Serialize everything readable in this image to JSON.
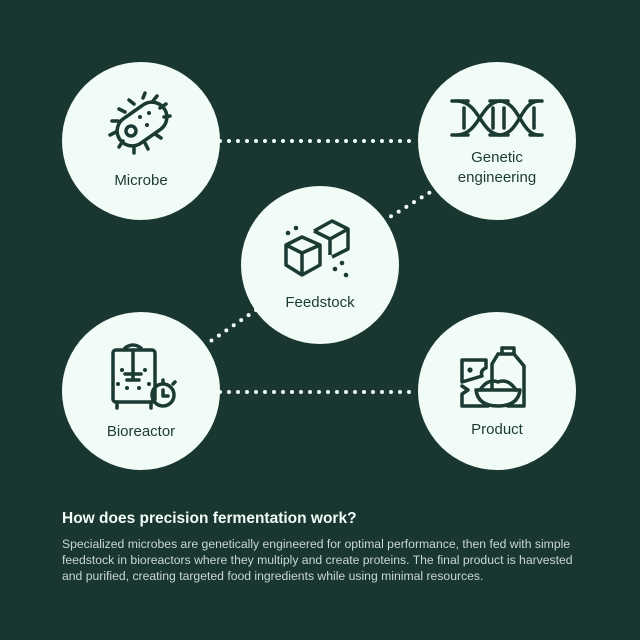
{
  "colors": {
    "background": "#1a3630",
    "node_fill": "#f0fcf5",
    "icon_stroke": "#1b3a33",
    "connector": "#f0fcf5",
    "title_text": "#f0fcf5",
    "body_text": "#c9d8d1"
  },
  "nodes": [
    {
      "id": "microbe",
      "label": "Microbe",
      "icon": "bacteria-icon"
    },
    {
      "id": "genetic",
      "label_line1": "Genetic",
      "label_line2": "engineering",
      "icon": "dna-icon"
    },
    {
      "id": "feedstock",
      "label": "Feedstock",
      "icon": "sugar-cubes-icon"
    },
    {
      "id": "bioreactor",
      "label": "Bioreactor",
      "icon": "bioreactor-timer-icon"
    },
    {
      "id": "product",
      "label": "Product",
      "icon": "food-products-icon"
    }
  ],
  "connections": [
    {
      "from": "microbe",
      "to": "genetic",
      "style": "dotted"
    },
    {
      "from": "genetic",
      "to": "feedstock",
      "style": "dotted"
    },
    {
      "from": "feedstock",
      "to": "bioreactor",
      "style": "dotted"
    },
    {
      "from": "bioreactor",
      "to": "product",
      "style": "dotted"
    }
  ],
  "explainer": {
    "title": "How does precision fermentation work?",
    "body": "Specialized microbes are genetically engineered for optimal performance, then fed with simple feedstock in bioreactors where they multiply and create proteins. The final product is harvested and purified, creating targeted food ingredients while using minimal resources."
  }
}
